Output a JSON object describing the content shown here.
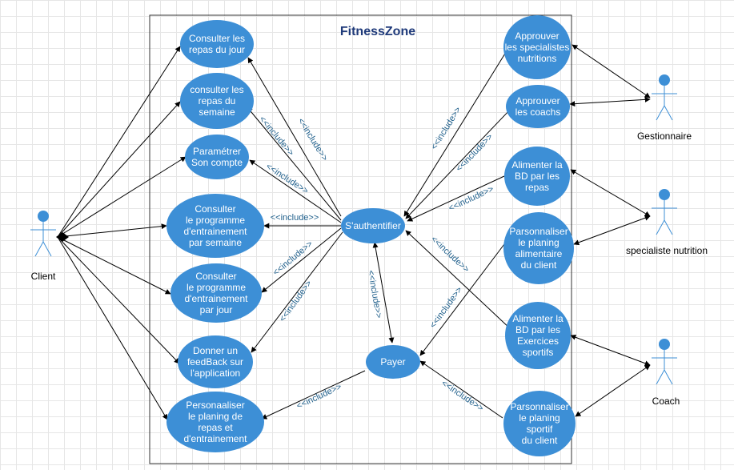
{
  "system": {
    "title": "FitnessZone"
  },
  "actors": {
    "client": "Client",
    "gestionnaire": "Gestionnaire",
    "specialiste": "specialiste nutrition",
    "coach": "Coach"
  },
  "use_cases": {
    "repas_jour": [
      "Consulter les",
      "repas du jour"
    ],
    "repas_semaine": [
      "consulter les",
      "repas du",
      "semaine"
    ],
    "parametrer": [
      "Paramétrer",
      "Son compte"
    ],
    "prog_semaine": [
      "Consulter",
      "le programme",
      "d'entrainement",
      "par semaine"
    ],
    "prog_jour": [
      "Consulter",
      "le programme",
      "d'entrainement",
      "par jour"
    ],
    "feedback": [
      "Donner un",
      "feedBack sur",
      "l'application"
    ],
    "perso_repas": [
      "Personaaliser",
      "le planing de",
      "repas et",
      "d'entrainement"
    ],
    "auth": [
      "S'authentifier"
    ],
    "payer": [
      "Payer"
    ],
    "approuver_spec": [
      "Approuver",
      "les specialistes",
      "nutritions"
    ],
    "approuver_coach": [
      "Approuver",
      "les coachs"
    ],
    "bd_repas": [
      "Alimenter la",
      "BD par les",
      "repas"
    ],
    "perso_alim": [
      "Parsonnaliser",
      "le planing",
      "alimentaire",
      "du client"
    ],
    "bd_exercices": [
      "Alimenter la",
      "BD par les",
      "Exercices",
      "sportifs"
    ],
    "perso_sportif": [
      "Parsonnaliser",
      "le planing",
      "sportif",
      "du client"
    ]
  },
  "include_label": "<<include>>",
  "colors": {
    "use_case_fill": "#3d8fd6",
    "actor": "#3d8fd6",
    "include_text": "#1f5f8b",
    "title": "#1f3a7a"
  }
}
